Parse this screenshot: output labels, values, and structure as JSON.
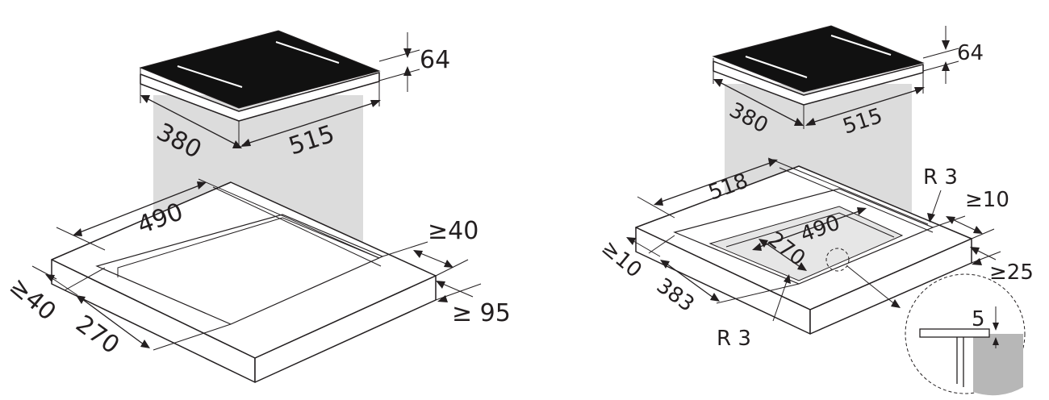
{
  "left_view": {
    "hob_height": "64",
    "hob_depth": "380",
    "hob_width": "515",
    "cutout_width": "490",
    "cutout_depth": "270",
    "min_back_clearance": "≥40",
    "min_front_clearance": "≥40",
    "min_side_clearance": "≥ 95"
  },
  "right_view": {
    "hob_height": "64",
    "hob_depth": "380",
    "hob_width": "515",
    "rebate_width": "518",
    "rebate_depth": "383",
    "cutout_width": "490",
    "cutout_depth": "270",
    "corner_radius_outer": "R 3",
    "corner_radius_inner": "R 3",
    "min_back_clearance": "≥10",
    "min_front_clearance": "≥10",
    "min_side_clearance": "≥25",
    "detail_rebate_depth": "5"
  },
  "colors": {
    "ink": "#231f20",
    "shade": "#dcdcdc",
    "glass": "#111111"
  }
}
